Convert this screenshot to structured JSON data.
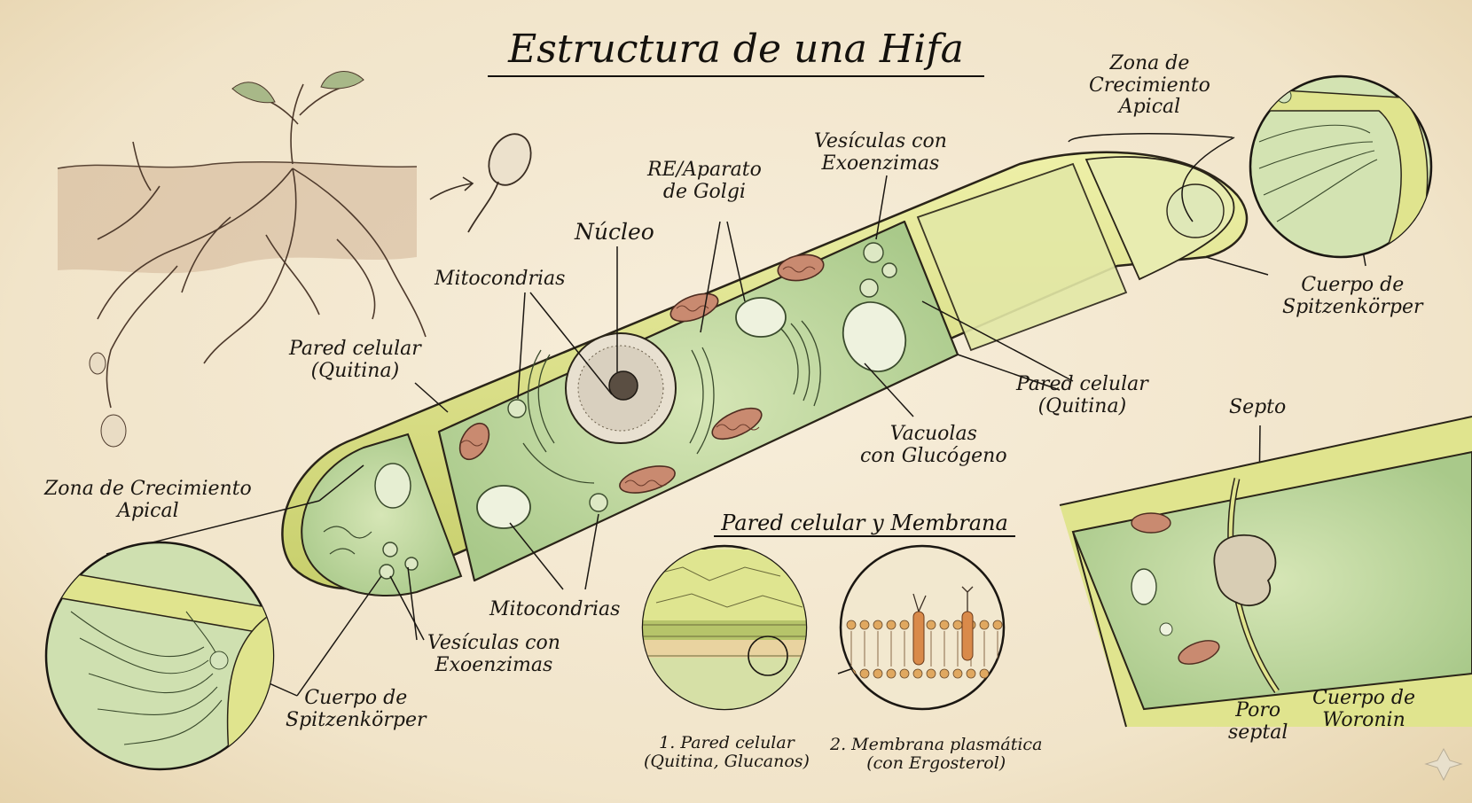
{
  "title": "Estructura de una Hifa",
  "section_title": "Pared celular y Membrana",
  "labels": {
    "nucleo": "Núcleo",
    "re_golgi_1": "RE/Aparato",
    "re_golgi_2": "de Golgi",
    "vesiculas_top_1": "Vesículas con",
    "vesiculas_top_2": "Exoenzimas",
    "zona_top_1": "Zona de",
    "zona_top_2": "Crecimiento",
    "zona_top_3": "Apical",
    "cuerpo_top_1": "Cuerpo de",
    "cuerpo_top_2": "Spitzenkörper",
    "mito_top": "Mitocondrias",
    "pared_left_1": "Pared celular",
    "pared_left_2": "(Quitina)",
    "pared_right_1": "Pared celular",
    "pared_right_2": "(Quitina)",
    "vacuolas_1": "Vacuolas",
    "vacuolas_2": "con Glucógeno",
    "zona_left_1": "Zona de Crecimiento",
    "zona_left_2": "Apical",
    "mito_bottom": "Mitocondrias",
    "vesiculas_bottom_1": "Vesículas con",
    "vesiculas_bottom_2": "Exoenzimas",
    "cuerpo_bottom_1": "Cuerpo de",
    "cuerpo_bottom_2": "Spitzenkörper",
    "septo": "Septo",
    "poro_1": "Poro",
    "poro_2": "septal",
    "woronin_1": "Cuerpo de",
    "woronin_2": "Woronin",
    "pared_caption_1": "1. Pared celular",
    "pared_caption_2": "(Quitina, Glucanos)",
    "membrana_caption_1": "2. Membrana plasmática",
    "membrana_caption_2": "(con Ergosterol)"
  },
  "colors": {
    "paper": "#f3e8d2",
    "wall": "#d8dc7e",
    "cytoplasm": "#b9d49a",
    "ink": "#1b1712",
    "mito": "#c98a70"
  }
}
